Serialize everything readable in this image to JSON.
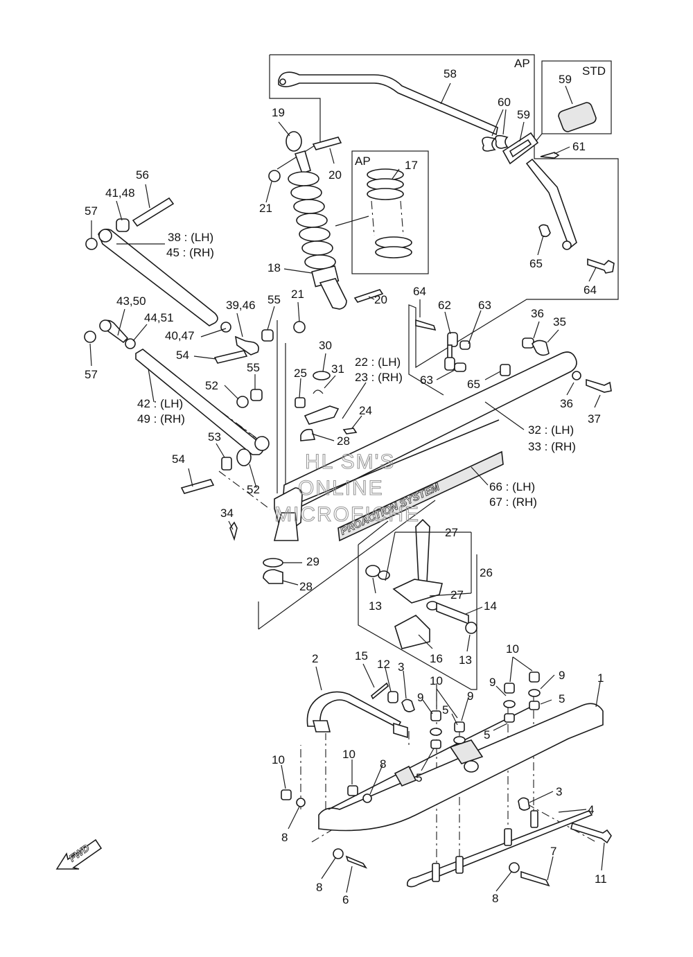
{
  "callouts": [
    {
      "id": "c58",
      "text": "58"
    },
    {
      "id": "c60",
      "text": "60"
    },
    {
      "id": "c59a",
      "text": "59"
    },
    {
      "id": "c59b",
      "text": "59"
    },
    {
      "id": "c61",
      "text": "61"
    },
    {
      "id": "c65a",
      "text": "65"
    },
    {
      "id": "c64a",
      "text": "64"
    },
    {
      "id": "c64b",
      "text": "64"
    },
    {
      "id": "c62",
      "text": "62"
    },
    {
      "id": "c63a",
      "text": "63"
    },
    {
      "id": "c63b",
      "text": "63"
    },
    {
      "id": "c65b",
      "text": "65"
    },
    {
      "id": "c36a",
      "text": "36"
    },
    {
      "id": "c35",
      "text": "35"
    },
    {
      "id": "c36b",
      "text": "36"
    },
    {
      "id": "c37",
      "text": "37"
    },
    {
      "id": "c32",
      "text": "32 : (LH)"
    },
    {
      "id": "c33",
      "text": "33 : (RH)"
    },
    {
      "id": "c66",
      "text": "66 : (LH)"
    },
    {
      "id": "c67",
      "text": "67 : (RH)"
    },
    {
      "id": "c19",
      "text": "19"
    },
    {
      "id": "c20a",
      "text": "20"
    },
    {
      "id": "c21a",
      "text": "21"
    },
    {
      "id": "c17",
      "text": "17"
    },
    {
      "id": "c18",
      "text": "18"
    },
    {
      "id": "c21b",
      "text": "21"
    },
    {
      "id": "c20b",
      "text": "20"
    },
    {
      "id": "c56",
      "text": "56"
    },
    {
      "id": "c4148",
      "text": "41,48"
    },
    {
      "id": "c57a",
      "text": "57"
    },
    {
      "id": "c38",
      "text": "38 : (LH)"
    },
    {
      "id": "c45",
      "text": "45 : (RH)"
    },
    {
      "id": "c4350",
      "text": "43,50"
    },
    {
      "id": "c4451",
      "text": "44,51"
    },
    {
      "id": "c57b",
      "text": "57"
    },
    {
      "id": "c3946",
      "text": "39,46"
    },
    {
      "id": "c55a",
      "text": "55"
    },
    {
      "id": "c4047",
      "text": "40,47"
    },
    {
      "id": "c54a",
      "text": "54"
    },
    {
      "id": "c55b",
      "text": "55"
    },
    {
      "id": "c52a",
      "text": "52"
    },
    {
      "id": "c42",
      "text": "42 : (LH)"
    },
    {
      "id": "c49",
      "text": "49 : (RH)"
    },
    {
      "id": "c30",
      "text": "30"
    },
    {
      "id": "c31",
      "text": "31"
    },
    {
      "id": "c22",
      "text": "22 : (LH)"
    },
    {
      "id": "c23",
      "text": "23 : (RH)"
    },
    {
      "id": "c25",
      "text": "25"
    },
    {
      "id": "c24",
      "text": "24"
    },
    {
      "id": "c28a",
      "text": "28"
    },
    {
      "id": "c53",
      "text": "53"
    },
    {
      "id": "c54b",
      "text": "54"
    },
    {
      "id": "c52b",
      "text": "52"
    },
    {
      "id": "c34",
      "text": "34"
    },
    {
      "id": "c29",
      "text": "29"
    },
    {
      "id": "c28b",
      "text": "28"
    },
    {
      "id": "c27a",
      "text": "27"
    },
    {
      "id": "c26",
      "text": "26"
    },
    {
      "id": "c27b",
      "text": "27"
    },
    {
      "id": "c13a",
      "text": "13"
    },
    {
      "id": "c14",
      "text": "14"
    },
    {
      "id": "c16",
      "text": "16"
    },
    {
      "id": "c13b",
      "text": "13"
    },
    {
      "id": "c10a",
      "text": "10"
    },
    {
      "id": "c9a",
      "text": "9"
    },
    {
      "id": "c9b",
      "text": "9"
    },
    {
      "id": "c5a",
      "text": "5"
    },
    {
      "id": "c5b",
      "text": "5"
    },
    {
      "id": "c1",
      "text": "1"
    },
    {
      "id": "c2",
      "text": "2"
    },
    {
      "id": "c15",
      "text": "15"
    },
    {
      "id": "c12",
      "text": "12"
    },
    {
      "id": "c3a",
      "text": "3"
    },
    {
      "id": "c10b",
      "text": "10"
    },
    {
      "id": "c9c",
      "text": "9"
    },
    {
      "id": "c9d",
      "text": "9"
    },
    {
      "id": "c5c",
      "text": "5"
    },
    {
      "id": "c5d",
      "text": "5"
    },
    {
      "id": "c10c",
      "text": "10"
    },
    {
      "id": "c10d",
      "text": "10"
    },
    {
      "id": "c8a",
      "text": "8"
    },
    {
      "id": "c8b",
      "text": "8"
    },
    {
      "id": "c3b",
      "text": "3"
    },
    {
      "id": "c4",
      "text": "4"
    },
    {
      "id": "c11",
      "text": "11"
    },
    {
      "id": "c7",
      "text": "7"
    },
    {
      "id": "c8c",
      "text": "8"
    },
    {
      "id": "c6",
      "text": "6"
    },
    {
      "id": "c8d",
      "text": "8"
    }
  ],
  "box_labels": {
    "ap_main": "AP",
    "std": "STD",
    "ap_spring": "AP"
  },
  "decal_text": "PROACTION SYSTEM",
  "fwd_label": "FWD",
  "watermark": [
    "HL SM'S",
    "ONLINE",
    "MICROFICHE"
  ]
}
